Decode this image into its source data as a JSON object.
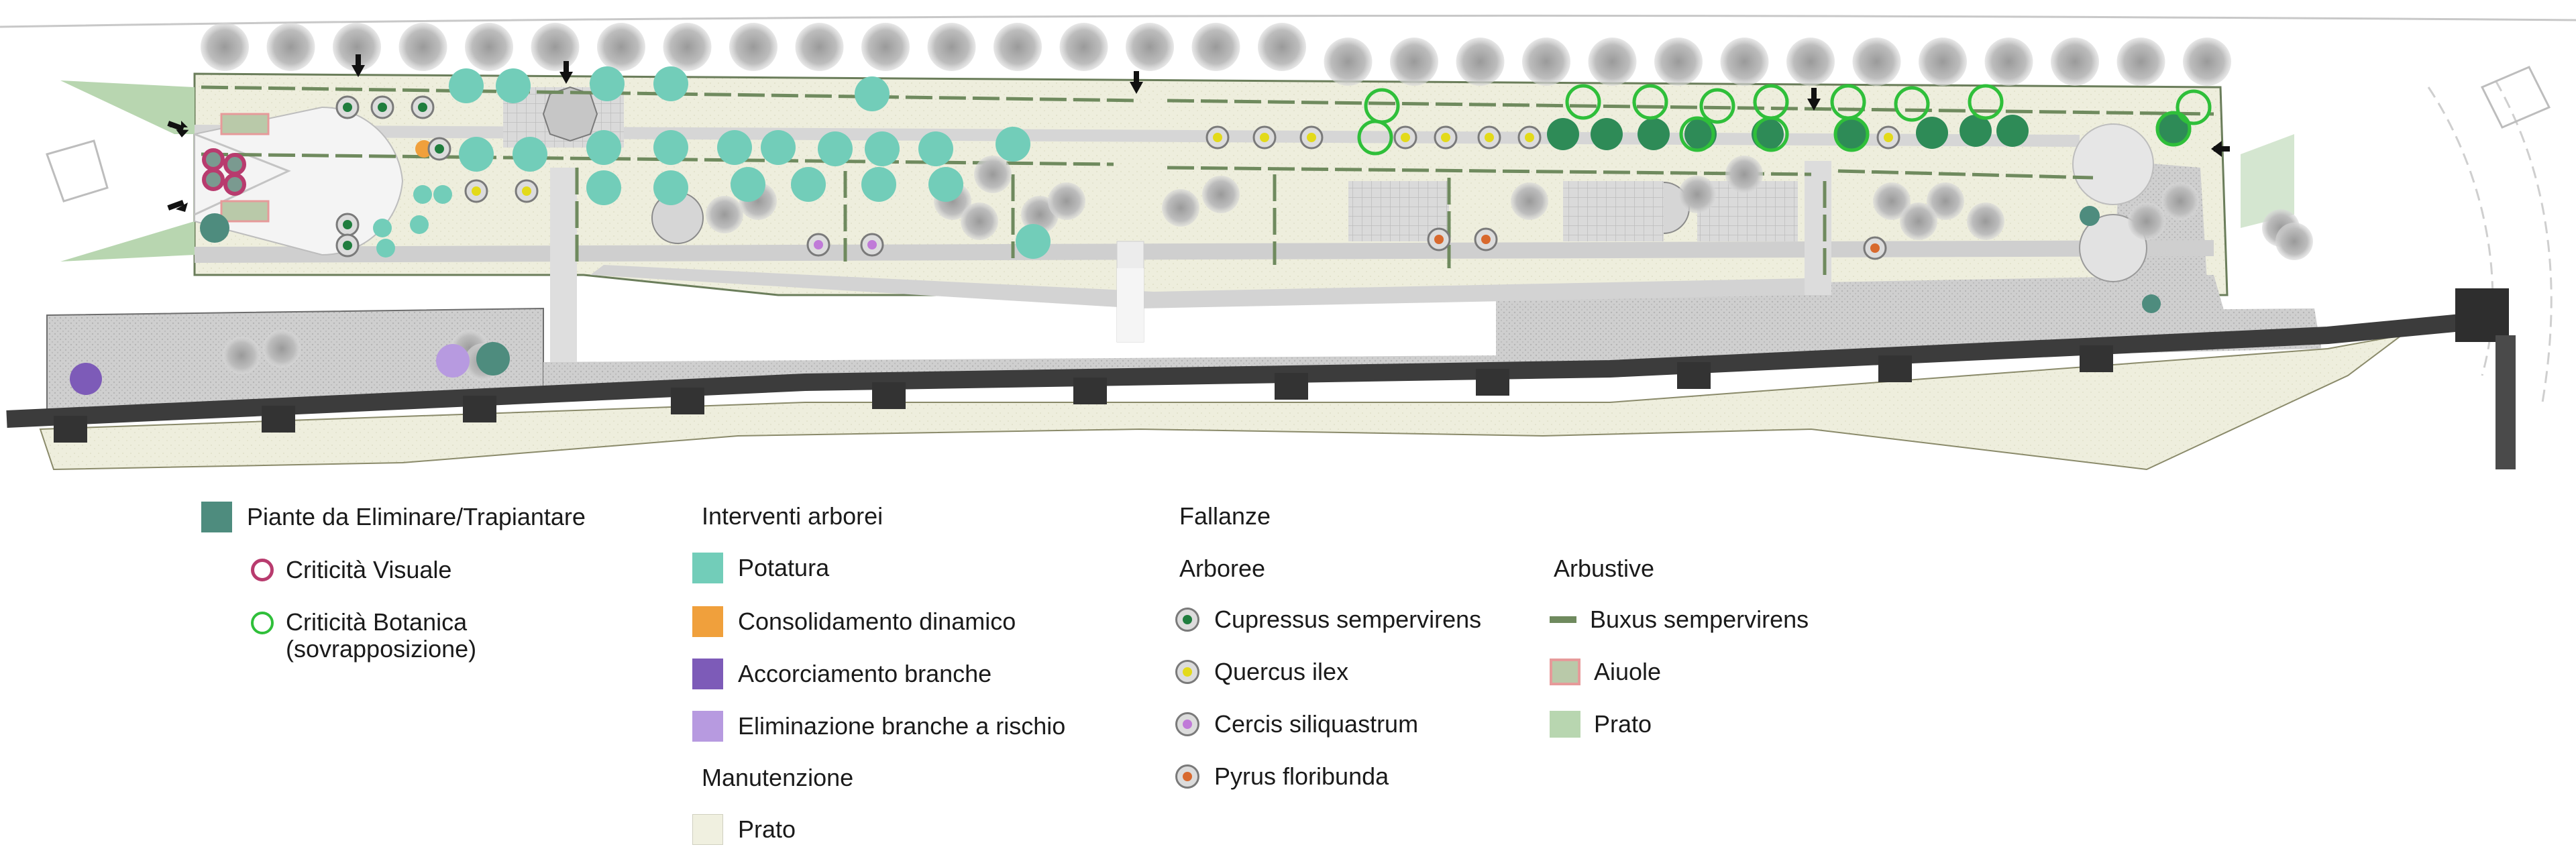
{
  "colors": {
    "da_eliminare": "#4e8c7e",
    "criticita_visuale": "#b83b6e",
    "criticita_botanica": "#2fbf3a",
    "potatura": "#72cdb9",
    "consolidamento": "#f0a03c",
    "accorciamento": "#7d5bb8",
    "eliminazione_branche": "#b79ae0",
    "manutenzione_prato": "#f0f0e0",
    "cupressus": "#1f7d3e",
    "quercus": "#e3da1a",
    "cercis": "#c07ad8",
    "pyrus": "#d8692e",
    "buxus": "#6f8a5e",
    "aiuole_fill": "#b9c9a9",
    "aiuole_border": "#e69a9a",
    "prato_arbustive": "#b8d6b0",
    "wall": "#3c3c3c",
    "pavement": "#d2d2d2"
  },
  "legend": {
    "col1": {
      "eliminare_label": "Piante da Eliminare/Trapiantare",
      "visuale_label": "Criticità Visuale",
      "botanica_label_1": "Criticità Botanica",
      "botanica_label_2": "(sovrapposizione)"
    },
    "col2": {
      "heading": "Interventi arborei",
      "potatura": "Potatura",
      "consolidamento": "Consolidamento dinamico",
      "accorciamento": "Accorciamento branche",
      "eliminazione": "Eliminazione branche a rischio",
      "manutenzione_heading": "Manutenzione",
      "prato": "Prato"
    },
    "col3": {
      "heading": "Fallanze",
      "subheading": "Arboree",
      "cupressus": "Cupressus sempervirens",
      "quercus": "Quercus ilex",
      "cercis": "Cercis siliquastrum",
      "pyrus": "Pyrus floribunda"
    },
    "col4": {
      "heading": "Arbustive",
      "buxus": "Buxus sempervirens",
      "aiuole": "Aiuole",
      "prato": "Prato"
    }
  }
}
